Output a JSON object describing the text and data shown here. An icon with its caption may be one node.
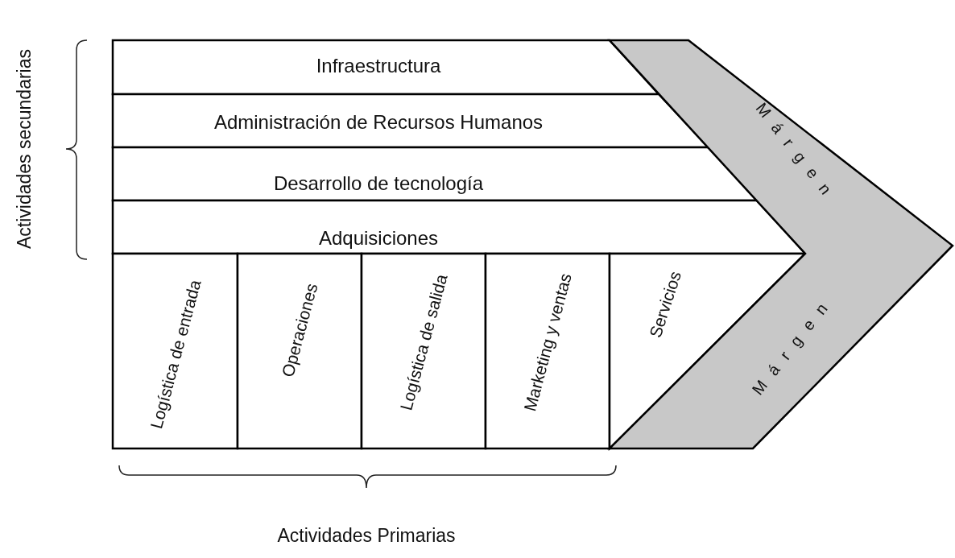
{
  "diagram": {
    "nodes": [
      {
        "text": [
          "Infraestructura"
        ]
      },
      {
        "text": [
          "Administración de Recursos Humanos"
        ]
      },
      {
        "text": [
          "Desarrollo de tecnología"
        ]
      },
      {
        "text": [
          "Adquisiciones"
        ]
      },
      {
        "text": [
          "Logística de entrada"
        ]
      },
      {
        "text": [
          "Operaciones"
        ]
      },
      {
        "text": [
          "Logística de salida"
        ]
      },
      {
        "text": [
          "Marketing y ventas"
        ]
      },
      {
        "text": [
          "Servicios"
        ]
      },
      {
        "text": [
          "Márgen",
          "Márgen"
        ]
      }
    ],
    "labels": [
      "Actividades secundarias",
      "Actividades Primarias"
    ]
  }
}
